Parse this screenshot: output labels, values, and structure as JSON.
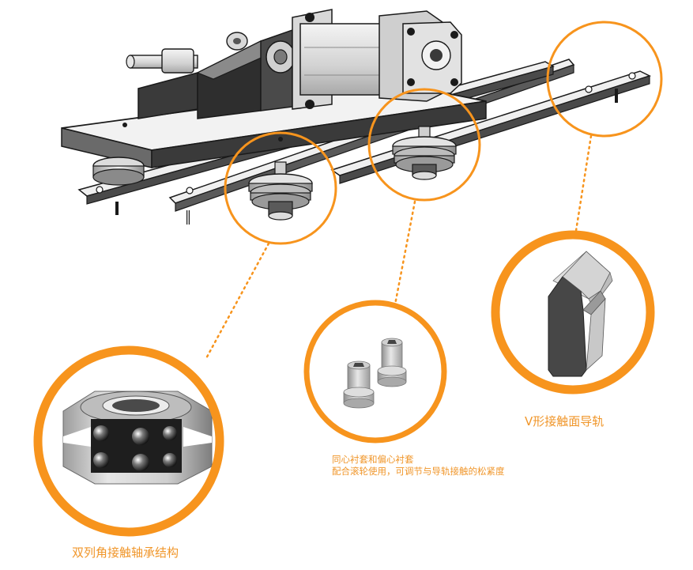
{
  "colors": {
    "accent": "#f7941d",
    "caption": "#f0962a",
    "metal_dark": "#3a3a3a",
    "metal_light": "#d9d9d9",
    "outline": "#1a1a1a"
  },
  "callouts": {
    "rail": {
      "caption": "V形接触面导轨"
    },
    "bushing": {
      "caption_line1": "同心衬套和偏心衬套",
      "caption_line2": "配合滚轮使用，可调节与导轨接触的松紧度"
    },
    "bearing": {
      "caption": "双列角接触轴承结构"
    }
  }
}
